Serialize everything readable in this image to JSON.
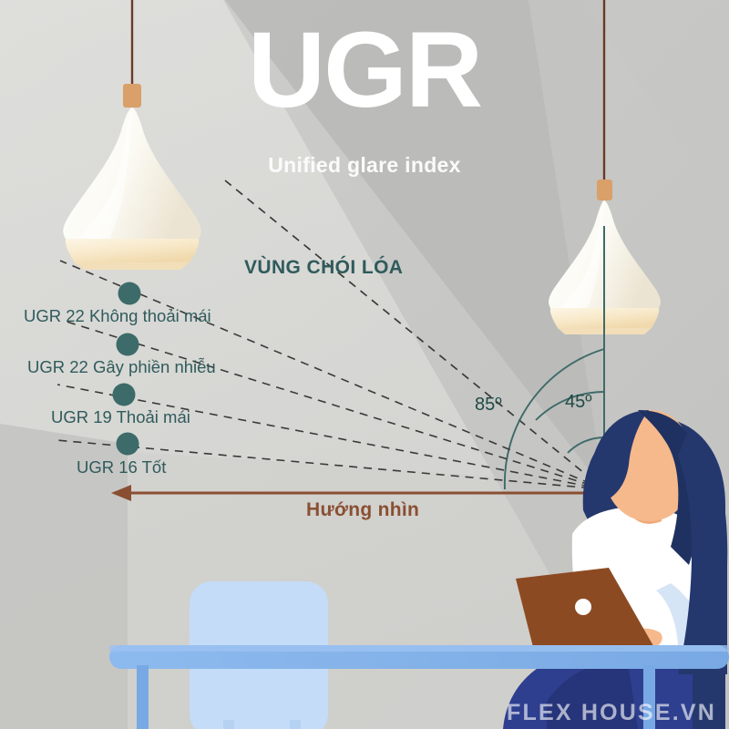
{
  "header": {
    "title": "UGR",
    "subtitle": "Unified glare index"
  },
  "diagram": {
    "glare_zone_label": "VÙNG CHÓI LÓA",
    "view_direction_label": "Hướng nhìn",
    "angles": [
      {
        "name": "angle-85",
        "value": "85º"
      },
      {
        "name": "angle-45",
        "value": "45º"
      }
    ],
    "ugr_levels": [
      {
        "label": "UGR 22 Không thoải mái",
        "dot_color": "#3c6b69"
      },
      {
        "label": "UGR 22 Gây phiền nhiễu",
        "dot_color": "#3c6b69"
      },
      {
        "label": "UGR 19 Thoải mái",
        "dot_color": "#3c6b69"
      },
      {
        "label": "UGR 16 Tốt",
        "dot_color": "#3c6b69"
      }
    ]
  },
  "watermark": {
    "text": "FLEX HOUSE.VN"
  },
  "colors": {
    "background": "#c9c9c7",
    "background_light": "#dcdcda",
    "glare_wedge": "#bcbcba",
    "teal": "#2f5b5b",
    "teal_dark": "#1f4a46",
    "brown": "#8a4f32",
    "cord_brown": "#6b3a26",
    "lamp_wood": "#d9a06a",
    "lamp_shade": "#fdfdf8",
    "lamp_glow": "#f3e2c3",
    "hair_navy": "#24386e",
    "skin": "#f6b98c",
    "shirt_white": "#ffffff",
    "laptop_brown": "#8c4a22",
    "desk_blue": "#7fb0e8",
    "chair_blue": "#c4dcf7",
    "jeans_blue": "#2e3f8f"
  }
}
